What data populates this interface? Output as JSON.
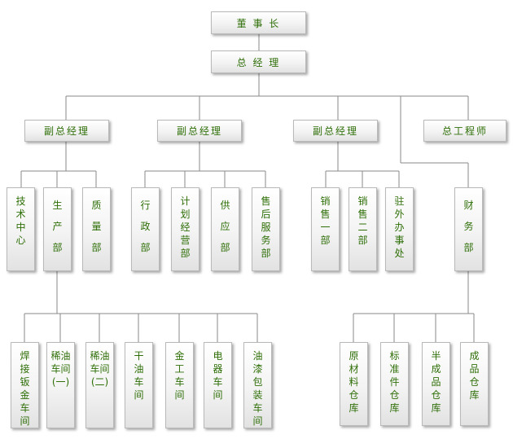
{
  "chairman": "董 事 长",
  "gm": "总 经 理",
  "vp1": {
    "title": "副总经理",
    "depts": [
      "技术中心",
      "生产部",
      "质量部"
    ],
    "workshops": [
      "焊接钣金车间",
      "稀油车间(一)",
      "稀油车间(二)",
      "干油车间",
      "金工车间",
      "电器车间",
      "油漆包装车间"
    ]
  },
  "vp2": {
    "title": "副总经理",
    "depts": [
      "行政部",
      "计划经营部",
      "供应部",
      "售后服务部"
    ]
  },
  "vp3": {
    "title": "副总经理",
    "depts": [
      "销售一部",
      "销售二部",
      "驻外办事处"
    ]
  },
  "chief_engineer": "总工程师",
  "finance": {
    "title": "财务部",
    "warehouses": [
      "原材料仓库",
      "标准件仓库",
      "半成品仓库",
      "成品仓库"
    ]
  },
  "line_color": "#8a8a8a",
  "text_color": "#2f6f08"
}
